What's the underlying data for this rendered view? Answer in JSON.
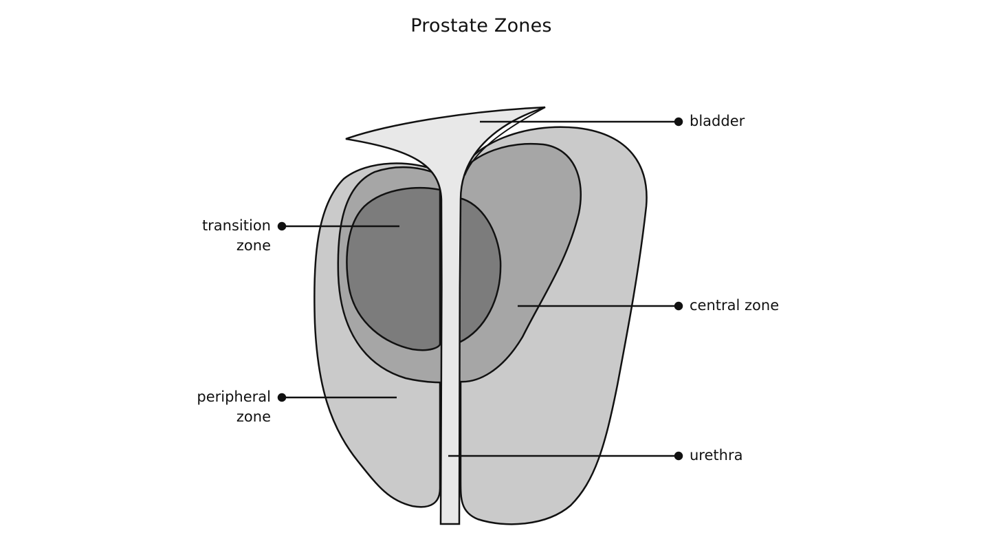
{
  "title": "Prostate Zones",
  "labels": {
    "bladder": "bladder",
    "transition_zone": [
      "transition",
      "zone"
    ],
    "central_zone": "central zone",
    "peripheral_zone": [
      "peripheral",
      "zone"
    ],
    "urethra": "urethra"
  },
  "colors": {
    "bladder_urethra": "#e8e8e8",
    "peripheral": "#cacaca",
    "central": "#a6a6a6",
    "transition": "#7c7c7c",
    "outline": "#111111"
  }
}
